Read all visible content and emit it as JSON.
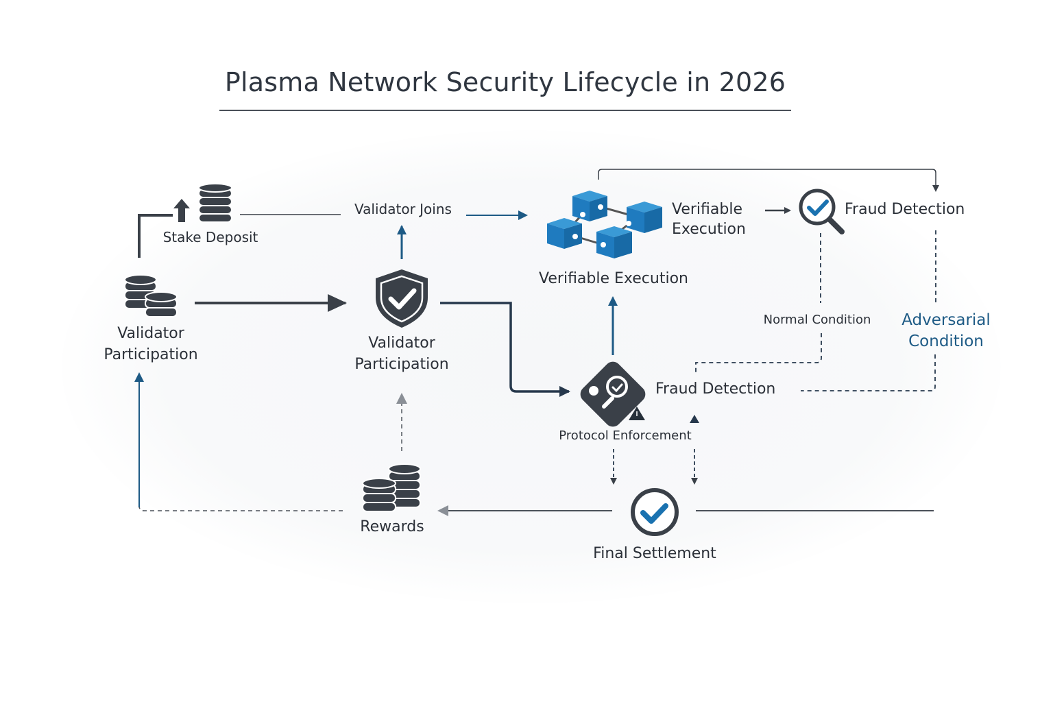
{
  "title": "Plasma Network Security Lifecycle in 2026",
  "nodes": {
    "stake_deposit": {
      "label": "Stake Deposit",
      "icon": "database-upload-icon"
    },
    "validator_participation_left": {
      "label_line1": "Validator",
      "label_line2": "Participation",
      "icon": "coin-stack-icon"
    },
    "validator_joins": {
      "label": "Validator Joins"
    },
    "validator_participation_center": {
      "label_line1": "Validator",
      "label_line2": "Participation",
      "icon": "shield-check-icon"
    },
    "verifiable_execution": {
      "label": "Verifiable Execution",
      "side_label_line1": "Verifiable",
      "side_label_line2": "Execution",
      "icon": "blockchain-cubes-icon"
    },
    "fraud_detection_top": {
      "label": "Fraud Detection",
      "icon": "magnifier-check-icon"
    },
    "normal_condition": {
      "label": "Normal Condition"
    },
    "adversarial_condition": {
      "label_line1": "Adversarial",
      "label_line2": "Condition"
    },
    "protocol_enforcement": {
      "label": "Protocol Enforcement",
      "side_label": "Fraud Detection",
      "icon": "tag-magnifier-icon",
      "badge": "warning-icon"
    },
    "rewards": {
      "label": "Rewards",
      "icon": "coin-stack-icon"
    },
    "final_settlement": {
      "label": "Final Settlement",
      "icon": "circle-check-icon"
    }
  },
  "colors": {
    "dark": "#3a4048",
    "blue": "#1d5a85",
    "cube_blue": "#1f7bbf",
    "check_blue": "#1a72b0",
    "gray_arrow": "#8a8f96"
  }
}
